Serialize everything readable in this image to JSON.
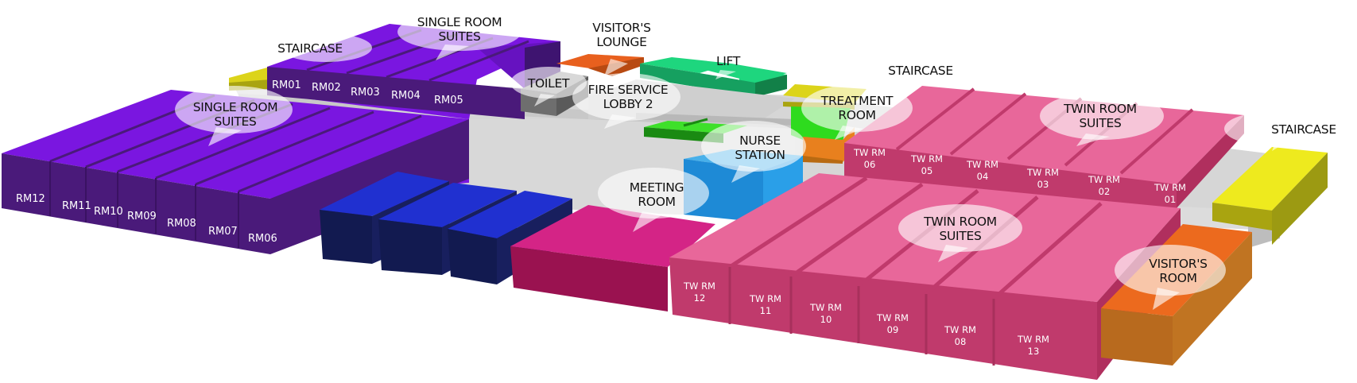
{
  "diagram": {
    "type": "isometric-floor-plan",
    "colors": {
      "single_room": "#7a14e0",
      "single_room_front": "#4a1a7a",
      "twin_room": "#e8679a",
      "twin_room_front": "#c03a6c",
      "staircase": "#eeea1e",
      "staircase_side": "#9c9a12",
      "visitors_lounge": "#e8601e",
      "lift": "#1ed67e",
      "lift_side": "#16a060",
      "toilet": "#6e6e6e",
      "corridor": "#d8d8d8",
      "treatment_room": "#2edb1e",
      "nurse_station": "#2a9fe8",
      "meeting_room": "#d42486",
      "meeting_room_front": "#9a1250",
      "store_blue": "#2030d0",
      "store_blue_front": "#121a50",
      "visitors_room": "#ec6a1e",
      "visitors_room_side": "#b86a1e"
    },
    "callouts": [
      {
        "id": "staircase-left",
        "lines": [
          "STAIRCASE"
        ]
      },
      {
        "id": "single-room-suites-top",
        "lines": [
          "SINGLE ROOM",
          "SUITES"
        ]
      },
      {
        "id": "single-room-suites-left",
        "lines": [
          "SINGLE ROOM",
          "SUITES"
        ]
      },
      {
        "id": "visitors-lounge",
        "lines": [
          "VISITOR'S",
          "LOUNGE"
        ]
      },
      {
        "id": "toilet",
        "lines": [
          "TOILET"
        ]
      },
      {
        "id": "fire-service-lobby",
        "lines": [
          "FIRE SERVICE",
          "LOBBY 2"
        ]
      },
      {
        "id": "lift",
        "lines": [
          "LIFT"
        ]
      },
      {
        "id": "staircase-middle",
        "lines": [
          "STAIRCASE"
        ]
      },
      {
        "id": "treatment-room",
        "lines": [
          "TREATMENT",
          "ROOM"
        ]
      },
      {
        "id": "nurse-station",
        "lines": [
          "NURSE",
          "STATION"
        ]
      },
      {
        "id": "meeting-room",
        "lines": [
          "MEETING",
          "ROOM"
        ]
      },
      {
        "id": "twin-room-suites-top",
        "lines": [
          "TWIN ROOM",
          "SUITES"
        ]
      },
      {
        "id": "twin-room-suites-bottom",
        "lines": [
          "TWIN ROOM",
          "SUITES"
        ]
      },
      {
        "id": "staircase-right",
        "lines": [
          "STAIRCASE"
        ]
      },
      {
        "id": "visitors-room",
        "lines": [
          "VISITOR'S",
          "ROOM"
        ]
      }
    ],
    "single_rooms_top": [
      "RM01",
      "RM02",
      "RM03",
      "RM04",
      "RM05"
    ],
    "single_rooms_bottom": [
      "RM12",
      "RM11",
      "RM10",
      "RM09",
      "RM08",
      "RM07",
      "RM06"
    ],
    "twin_rooms_top": [
      {
        "line1": "TW RM",
        "line2": "06"
      },
      {
        "line1": "TW RM",
        "line2": "05"
      },
      {
        "line1": "TW RM",
        "line2": "04"
      },
      {
        "line1": "TW RM",
        "line2": "03"
      },
      {
        "line1": "TW RM",
        "line2": "02"
      },
      {
        "line1": "TW RM",
        "line2": "01"
      }
    ],
    "twin_rooms_bottom": [
      {
        "line1": "TW RM",
        "line2": "12"
      },
      {
        "line1": "TW RM",
        "line2": "11"
      },
      {
        "line1": "TW RM",
        "line2": "10"
      },
      {
        "line1": "TW RM",
        "line2": "09"
      },
      {
        "line1": "TW RM",
        "line2": "08"
      },
      {
        "line1": "TW RM",
        "line2": "13"
      }
    ]
  }
}
